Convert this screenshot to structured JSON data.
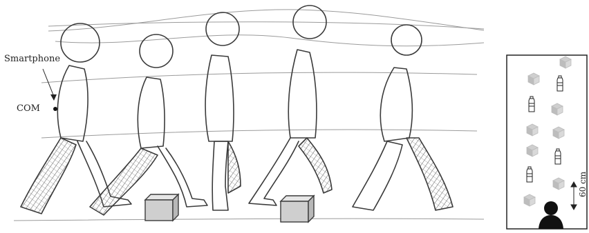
{
  "labels": {
    "smartphone": "Smartphone",
    "com": "COM",
    "distance": "60 cm"
  },
  "icons": {
    "box": "cube-obstacle-icon",
    "bottle": "water-bottle-icon",
    "person": "person-icon"
  },
  "colors": {
    "sketch": "#3a3a3a",
    "guide": "#9a9a9a",
    "hatch": "#555555",
    "box_fill": "#cfcfcf",
    "person": "#111111"
  }
}
